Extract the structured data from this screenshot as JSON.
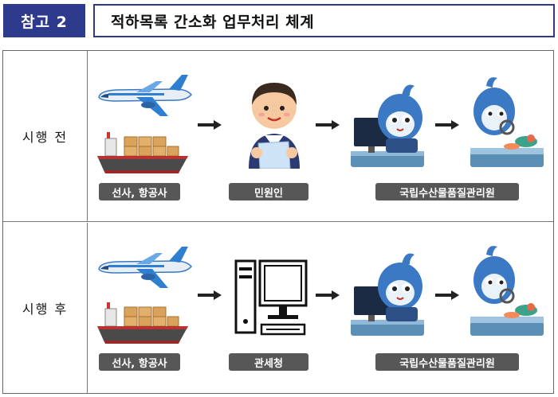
{
  "header": {
    "badge": "참고 2",
    "title": "적하목록 간소화 업무처리 체계"
  },
  "rows": [
    {
      "label": "시행 전",
      "tags": {
        "carrier": "선사, 항공사",
        "middle": "민원인",
        "agency": "국립수산물품질관리원"
      }
    },
    {
      "label": "시행 후",
      "tags": {
        "carrier": "선사, 항공사",
        "middle": "관세청",
        "agency": "국립수산물품질관리원"
      }
    }
  ],
  "icons": [
    "airplane-icon",
    "cargo-ship-icon",
    "person-icon",
    "computer-icon",
    "mascot-at-desk-icon",
    "mascot-inspecting-icon",
    "arrow-right-icon"
  ]
}
